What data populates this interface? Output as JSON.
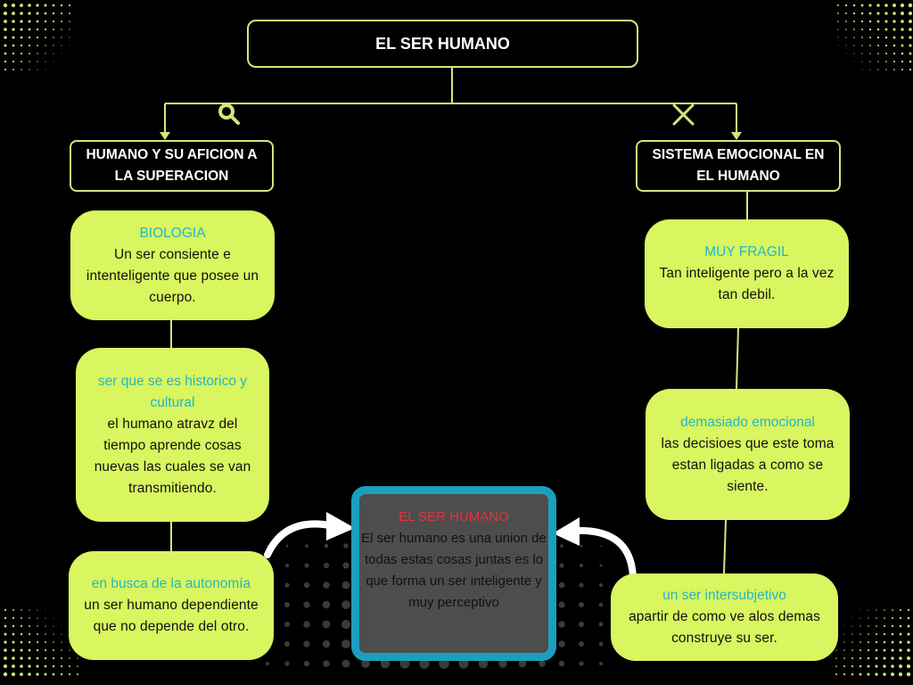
{
  "title": "EL SER HUMANO",
  "branches": {
    "left": "HUMANO Y SU AFICION A LA SUPERACION",
    "right": "SISTEMA EMOCIONAL EN EL HUMANO"
  },
  "left_cards": [
    {
      "title": "BIOLOGIA",
      "body": "Un ser consiente e intenteligente que posee un cuerpo."
    },
    {
      "title": "ser que se es historico y cultural",
      "body": "el humano atravz del tiempo aprende cosas nuevas las cuales se van transmitiendo."
    },
    {
      "title": "en busca de la autonomía",
      "body": "un ser humano dependiente que no depende del otro."
    }
  ],
  "right_cards": [
    {
      "title": "MUY FRAGIL",
      "body": "Tan inteligente pero a la vez tan debil."
    },
    {
      "title": "demasiado emocional",
      "body": "las decisioes que este toma estan ligadas a como se siente."
    },
    {
      "title": "un ser  intersubjetivo",
      "body": "apartir de como ve alos demas construye su ser."
    }
  ],
  "center": {
    "title": "EL SER HUMANO",
    "body": "El ser humano es una union de todas estas cosas juntas es lo que forma un ser inteligente y muy perceptivo"
  },
  "icons": {
    "left": "magnifier-icon",
    "right": "x-mark-icon"
  },
  "colors": {
    "background": "#000000",
    "lime": "#d9f55f",
    "outline": "#cfe87a",
    "accent_teal": "#1fb8c8",
    "accent_red": "#e0343c",
    "center_fill": "#4d4d4d",
    "center_border": "#1b9fbf"
  }
}
